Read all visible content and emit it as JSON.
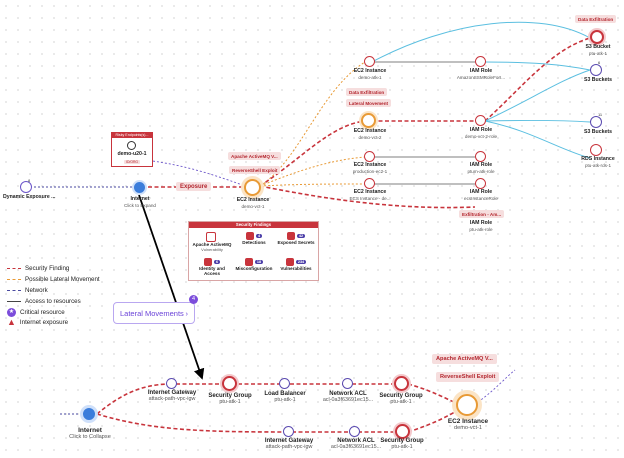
{
  "legend": {
    "items": [
      {
        "label": "Security Finding",
        "color": "#c8343c"
      },
      {
        "label": "Possible Lateral Movement",
        "color": "#e89a36"
      },
      {
        "label": "Network",
        "color": "#4a4aa0"
      },
      {
        "label": "Access to resources",
        "color": "#444444"
      }
    ],
    "critical_label": "Critical resource",
    "exposure_label": "Internet exposure"
  },
  "lateral_movements": {
    "label": "Lateral Movements",
    "count": "4"
  },
  "top": {
    "dynamic_exposure": "Dynamic Exposure ...",
    "dynamic_exposure_count": "8",
    "internet_title": "Internet",
    "internet_sub": "Click to Expand",
    "exposure_tag": "Exposure",
    "risky_box_title": "Risky Endpoints(s)...",
    "risky_node_title": "demo-u20-1",
    "risky_node_badge": "ID/ORG",
    "ec2_main_title": "EC2 Instance",
    "ec2_main_sub": "demo-vct-1",
    "tag_activemq": "Apache ActiveMQ V...",
    "tag_reverseshell": "ReverseShell Exploit",
    "nodes": [
      {
        "title": "EC2 Instance",
        "sub": "demo-atk-1"
      },
      {
        "title": "IAM Role",
        "sub": "AmazonSSMRoleForI..."
      },
      {
        "title": "EC2 Instance",
        "sub": "demo-vct-2"
      },
      {
        "title": "IAM Role",
        "sub": "demo-vct-2-role"
      },
      {
        "title": "EC2 Instance",
        "sub": "production-ec2-1"
      },
      {
        "title": "IAM Role",
        "sub": "ptum-atk-role"
      },
      {
        "title": "EC2 Instance",
        "sub": "ECS Instance - de..."
      },
      {
        "title": "IAM Role",
        "sub": "ecsInstanceRole"
      },
      {
        "title": "IAM Role",
        "sub": "ptu-atk-role"
      }
    ],
    "tag_data_exfil_1": "Data Exfiltration",
    "tag_data_exfil_2": "Data Exfiltration",
    "tag_lateral": "Lateral Movement",
    "tag_exfil_am": "Exfiltration - Am...",
    "right_nodes": [
      {
        "title": "S3 Bucket",
        "sub": "ptu-atk-1",
        "badge": ""
      },
      {
        "title": "S3 Buckets",
        "sub": "",
        "badge": "6"
      },
      {
        "title": "S3 Buckets",
        "sub": "",
        "badge": "11"
      },
      {
        "title": "RDS Instance",
        "sub": "ptu-atk-rds-1",
        "badge": ""
      }
    ],
    "findings": {
      "header": "Security Findings",
      "items": [
        {
          "label": "Apache ActiveMQ",
          "sub": "Vulnerability",
          "count": ""
        },
        {
          "label": "Detections",
          "sub": "",
          "count": "4"
        },
        {
          "label": "Exposed Secrets",
          "sub": "",
          "count": "42"
        },
        {
          "label": "Identity and Access",
          "sub": "",
          "count": "6"
        },
        {
          "label": "Misconfiguration",
          "sub": "",
          "count": "18"
        },
        {
          "label": "Vulnerabilities",
          "sub": "",
          "count": "234"
        }
      ]
    }
  },
  "bottom": {
    "internet_title": "Internet",
    "internet_sub": "Click to Collapse",
    "tag_activemq": "Apache ActiveMQ V...",
    "tag_reverseshell": "ReverseShell Exploit",
    "ec2_title": "EC2 Instance",
    "ec2_sub": "demo-vct-1",
    "row1": [
      {
        "title": "Internet Gateway",
        "sub": "attack-path-vpc-igw"
      },
      {
        "title": "Security Group",
        "sub": "ptu-atk-1"
      },
      {
        "title": "Load Balancer",
        "sub": "ptu-atk-1"
      },
      {
        "title": "Network ACL",
        "sub": "acl-0a3f63691ec15..."
      },
      {
        "title": "Security Group",
        "sub": "ptu-atk-1"
      }
    ],
    "row2": [
      {
        "title": "Internet Gateway",
        "sub": "attack-path-vpc-igw"
      },
      {
        "title": "Network ACL",
        "sub": "acl-0a3f63691ec15..."
      },
      {
        "title": "Security Group",
        "sub": "ptu-atk-1"
      }
    ]
  }
}
